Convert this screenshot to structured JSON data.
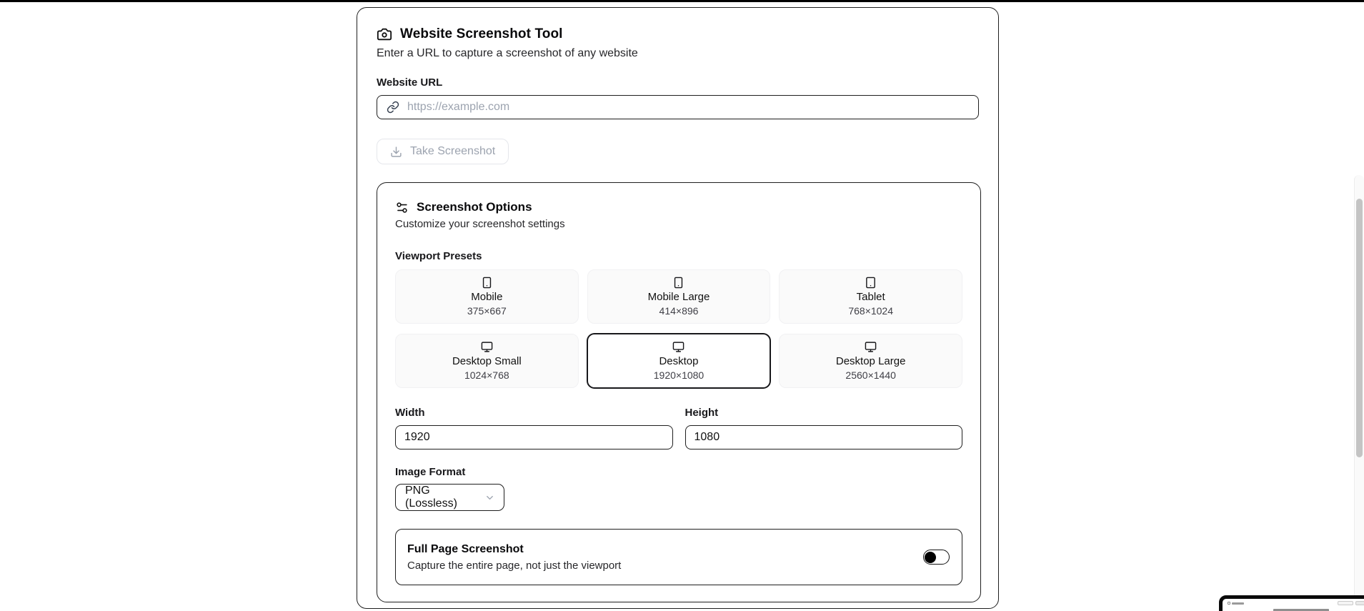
{
  "ui_colors": {
    "top_bar": "#000000",
    "border_dark": "#1f1f1f",
    "border_light": "#e5e7eb",
    "muted_text": "#9ca3af",
    "preset_unselected_bg": "#fafafa",
    "toggle_knob": "#000000"
  },
  "header": {
    "title": "Website Screenshot Tool",
    "subtitle": "Enter a URL to capture a screenshot of any website"
  },
  "url_section": {
    "label": "Website URL",
    "placeholder": "https://example.com",
    "value": ""
  },
  "actions": {
    "take_screenshot_label": "Take Screenshot",
    "take_screenshot_enabled": false
  },
  "options": {
    "title": "Screenshot Options",
    "subtitle": "Customize your screenshot settings",
    "presets_label": "Viewport Presets",
    "presets": [
      {
        "name": "Mobile",
        "dimensions": "375×667",
        "icon": "smartphone-icon",
        "selected": false
      },
      {
        "name": "Mobile Large",
        "dimensions": "414×896",
        "icon": "smartphone-icon",
        "selected": false
      },
      {
        "name": "Tablet",
        "dimensions": "768×1024",
        "icon": "tablet-icon",
        "selected": false
      },
      {
        "name": "Desktop Small",
        "dimensions": "1024×768",
        "icon": "monitor-icon",
        "selected": false
      },
      {
        "name": "Desktop",
        "dimensions": "1920×1080",
        "icon": "monitor-icon",
        "selected": true
      },
      {
        "name": "Desktop Large",
        "dimensions": "2560×1440",
        "icon": "monitor-icon",
        "selected": false
      }
    ],
    "width_field": {
      "label": "Width",
      "value": "1920"
    },
    "height_field": {
      "label": "Height",
      "value": "1080"
    },
    "format_field": {
      "label": "Image Format",
      "value": "PNG (Lossless)"
    },
    "full_page": {
      "title": "Full Page Screenshot",
      "description": "Capture the entire page, not just the viewport",
      "toggle_state": "off"
    }
  }
}
